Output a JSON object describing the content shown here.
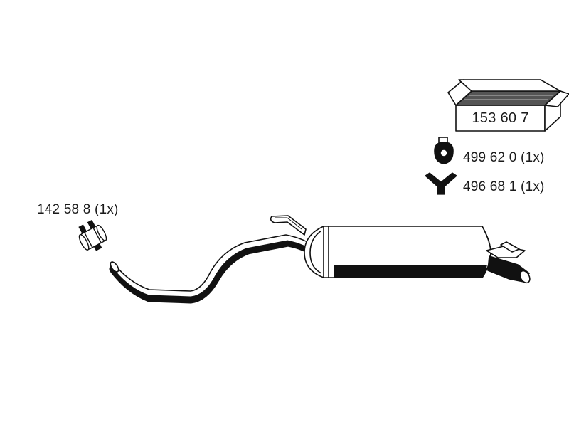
{
  "box": {
    "part_number": "153 60 7",
    "icon": "cardboard-box-icon"
  },
  "parts": {
    "clamp": {
      "label": "142 58 8 (1x)",
      "icon": "pipe-clamp-icon"
    },
    "rubber_mount": {
      "label": "499 62 0 (1x)",
      "icon": "rubber-hanger-icon"
    },
    "bracket": {
      "label": "496 68 1 (1x)",
      "icon": "y-bracket-icon"
    }
  },
  "drawing": {
    "main_part": "rear-muffler-with-tailpipe",
    "line_color": "#111111"
  }
}
